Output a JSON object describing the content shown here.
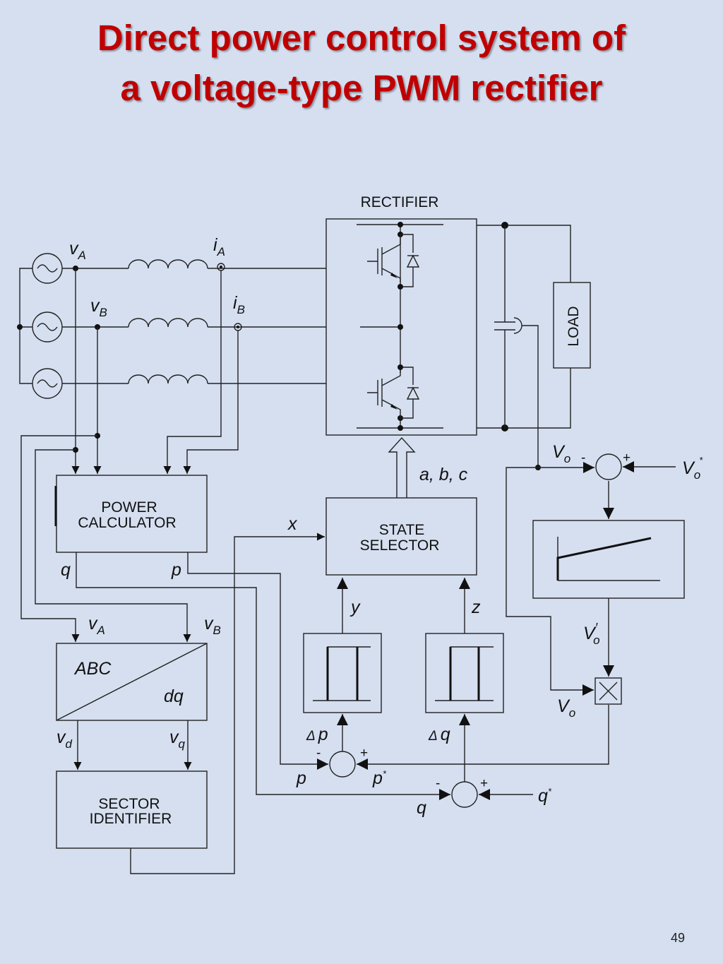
{
  "slide": {
    "title_line1": "Direct power control system of",
    "title_line2": "a voltage-type PWM rectifier",
    "page_number": "49"
  },
  "diagram": {
    "blocks": {
      "rectifier": "RECTIFIER",
      "load": "LOAD",
      "power_calc_1": "POWER",
      "power_calc_2": "CALCULATOR",
      "state_sel_1": "STATE",
      "state_sel_2": "SELECTOR",
      "sector_1": "SECTOR",
      "sector_2": "IDENTIFIER",
      "abc": "ABC",
      "dq": "dq"
    },
    "signals": {
      "v": "v",
      "i": "i",
      "V": "V",
      "sub_A": "A",
      "sub_B": "B",
      "sub_d": "d",
      "sub_q": "q",
      "sub_o": "o",
      "prime": "′",
      "star": "*",
      "p": "p",
      "q": "q",
      "x": "x",
      "y": "y",
      "z": "z",
      "abc_states": "a, b, c",
      "delta": "Δ",
      "minus": "-",
      "plus": "+"
    }
  }
}
